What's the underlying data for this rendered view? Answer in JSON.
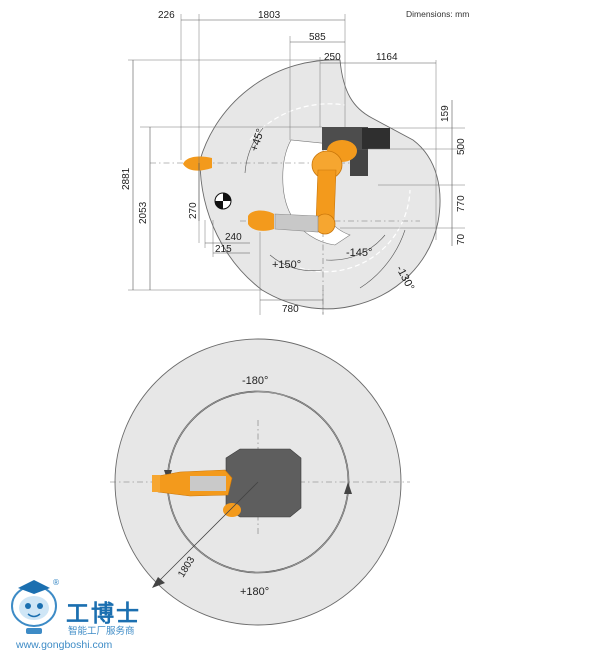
{
  "units_note": "Dimensions: mm",
  "side_view": {
    "dims": {
      "d226": "226",
      "d1803": "1803",
      "d585": "585",
      "d250": "250",
      "d1164": "1164",
      "d159": "159",
      "d500": "500",
      "d770": "770",
      "d70": "70",
      "d2881": "2881",
      "d2053": "2053",
      "d270": "270",
      "d240": "240",
      "d215": "215",
      "d780": "780"
    },
    "angles": {
      "plus45": "+45°",
      "plus150": "+150°",
      "minus145": "-145°",
      "minus130": "-130°"
    }
  },
  "top_view": {
    "angles": {
      "minus180": "-180°",
      "plus180": "+180°"
    },
    "radius": "1803"
  },
  "colors": {
    "robot_orange": "#f39a1c",
    "base_dark": "#5b5b5b",
    "envelope_fill": "#e7e7e7"
  },
  "watermark": {
    "brand_cn": "工博士",
    "tagline_cn": "智能工厂服务商",
    "url": "www.gongboshi.com",
    "registered": "®"
  }
}
